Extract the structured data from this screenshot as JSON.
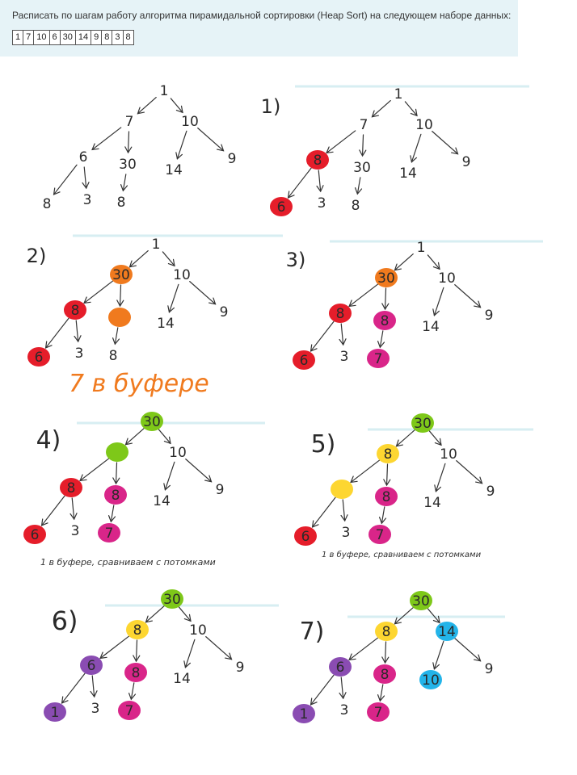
{
  "task": {
    "text": "Расписать по шагам работу алгоритма пирамидальной сортировки (Heap Sort) на следующем наборе данных:",
    "values": [
      "1",
      "7",
      "10",
      "6",
      "30",
      "14",
      "9",
      "8",
      "3",
      "8"
    ]
  },
  "colors": {
    "red": "#e51d2a",
    "orange": "#f07a1e",
    "magenta": "#d92589",
    "green": "#7ec819",
    "yellow": "#fdd631",
    "purple": "#8a4cb2",
    "cyan": "#23b4e9",
    "ink": "#333333",
    "separator": "#d7eef2"
  },
  "steps": [
    {
      "label": "",
      "nodes": [
        "1",
        "7",
        "10",
        "6",
        "30",
        "14",
        "9",
        "8",
        "3",
        "8"
      ],
      "fills": [
        "",
        "",
        "",
        "",
        "",
        "",
        "",
        "",
        "",
        ""
      ],
      "note": ""
    },
    {
      "label": "1)",
      "nodes": [
        "1",
        "7",
        "10",
        "8",
        "30",
        "14",
        "9",
        "6",
        "3",
        "8"
      ],
      "fills": [
        "",
        "",
        "",
        "red",
        "",
        "",
        "",
        "red",
        "",
        ""
      ],
      "note": ""
    },
    {
      "label": "2)",
      "nodes": [
        "1",
        "30",
        "10",
        "8",
        "",
        "14",
        "9",
        "6",
        "3",
        "8"
      ],
      "fills": [
        "",
        "orange",
        "",
        "red",
        "orange",
        "",
        "",
        "red",
        "",
        ""
      ],
      "note": "7 в буфере"
    },
    {
      "label": "3)",
      "nodes": [
        "1",
        "30",
        "10",
        "8",
        "8",
        "14",
        "9",
        "6",
        "3",
        "7"
      ],
      "fills": [
        "",
        "orange",
        "",
        "red",
        "magenta",
        "",
        "",
        "red",
        "",
        "magenta"
      ],
      "note": ""
    },
    {
      "label": "4)",
      "nodes": [
        "30",
        "",
        "10",
        "8",
        "8",
        "14",
        "9",
        "6",
        "3",
        "7"
      ],
      "fills": [
        "green",
        "green",
        "",
        "red",
        "magenta",
        "",
        "",
        "red",
        "",
        "magenta"
      ],
      "note": "1 в буфере, сравниваем с потомками"
    },
    {
      "label": "5)",
      "nodes": [
        "30",
        "8",
        "10",
        "",
        "8",
        "14",
        "9",
        "6",
        "3",
        "7"
      ],
      "fills": [
        "green",
        "yellow",
        "",
        "yellow",
        "magenta",
        "",
        "",
        "red",
        "",
        "magenta"
      ],
      "note": "1 в буфере, сравниваем с потомками"
    },
    {
      "label": "6)",
      "nodes": [
        "30",
        "8",
        "10",
        "6",
        "8",
        "14",
        "9",
        "1",
        "3",
        "7"
      ],
      "fills": [
        "green",
        "yellow",
        "",
        "purple",
        "magenta",
        "",
        "",
        "purple",
        "",
        "magenta"
      ],
      "note": ""
    },
    {
      "label": "7)",
      "nodes": [
        "30",
        "8",
        "14",
        "6",
        "8",
        "10",
        "9",
        "1",
        "3",
        "7"
      ],
      "fills": [
        "green",
        "yellow",
        "cyan",
        "purple",
        "magenta",
        "cyan",
        "",
        "purple",
        "",
        "magenta"
      ],
      "note": ""
    }
  ]
}
